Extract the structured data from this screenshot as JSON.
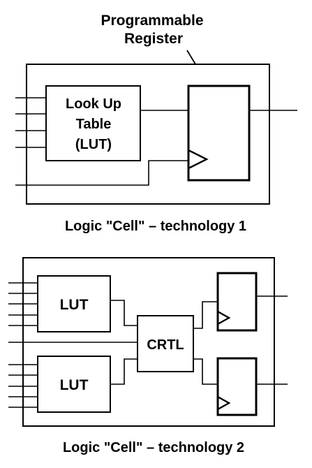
{
  "callout": {
    "line1": "Programmable",
    "line2": "Register"
  },
  "tech1": {
    "lut_line1": "Look Up",
    "lut_line2": "Table",
    "lut_line3": "(LUT)",
    "caption": "Logic \"Cell\" – technology 1"
  },
  "tech2": {
    "lut_top": "LUT",
    "lut_bottom": "LUT",
    "ctrl": "CRTL",
    "caption": "Logic \"Cell\" – technology 2"
  },
  "colors": {
    "stroke": "#000000",
    "background": "#ffffff"
  }
}
